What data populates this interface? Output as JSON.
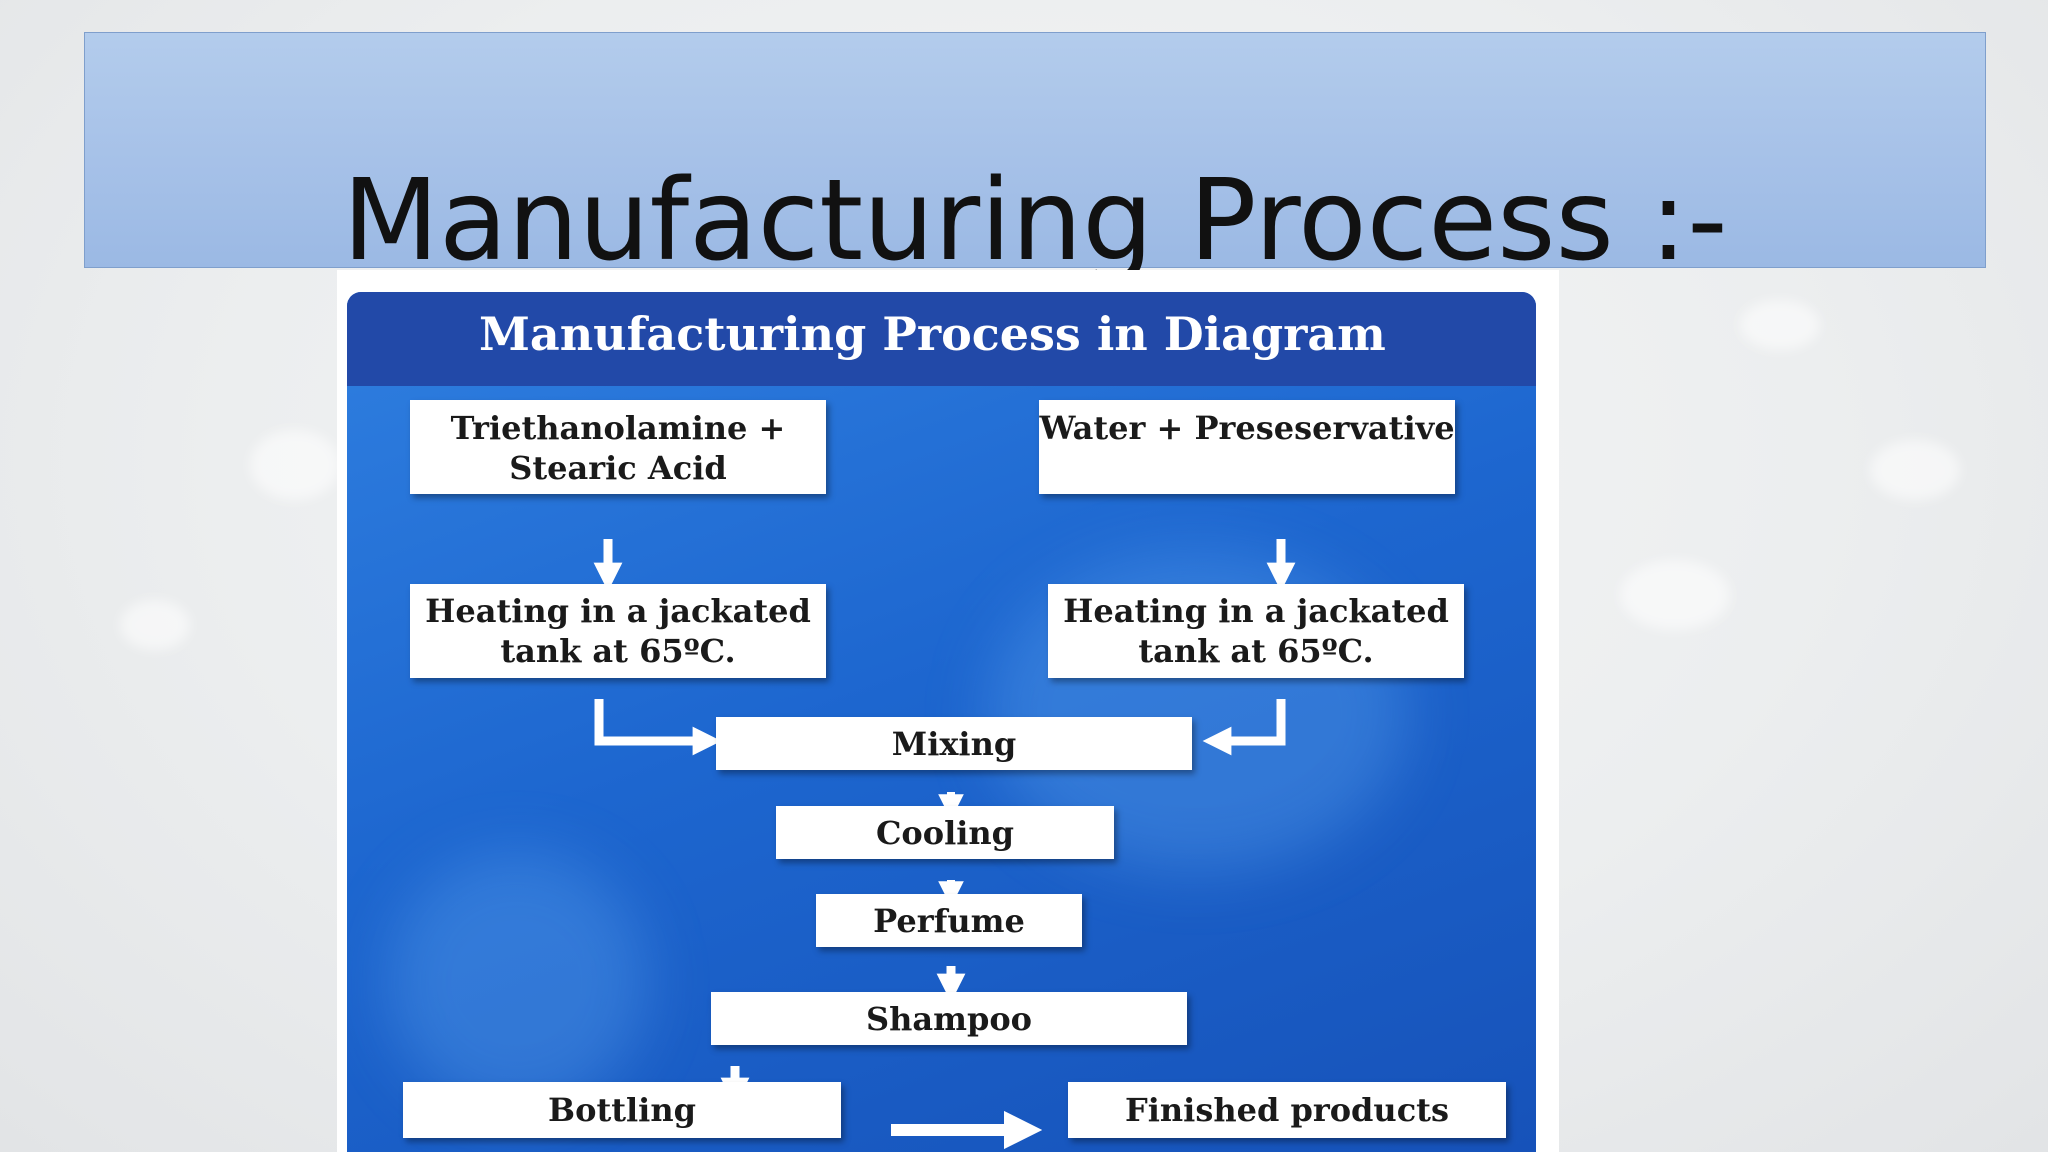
{
  "slide": {
    "title": "Manufacturing Process :-"
  },
  "diagram": {
    "title": "Manufacturing Process in Diagram",
    "boxes": {
      "left_input": "Triethanolamine +\nStearic Acid",
      "right_input": "Water + Preseservative",
      "left_heating": "Heating in a jackated\ntank at 65ºC.",
      "right_heating": "Heating in a jackated\ntank at 65ºC.",
      "mixing": "Mixing",
      "cooling": "Cooling",
      "perfume": "Perfume",
      "shampoo": "Shampoo",
      "bottling": "Bottling",
      "finished": "Finished products"
    },
    "colors": {
      "panel": "#1d66cf",
      "header": "#2249a8",
      "title_bar": "#a6c1e8",
      "box": "#ffffff"
    }
  }
}
